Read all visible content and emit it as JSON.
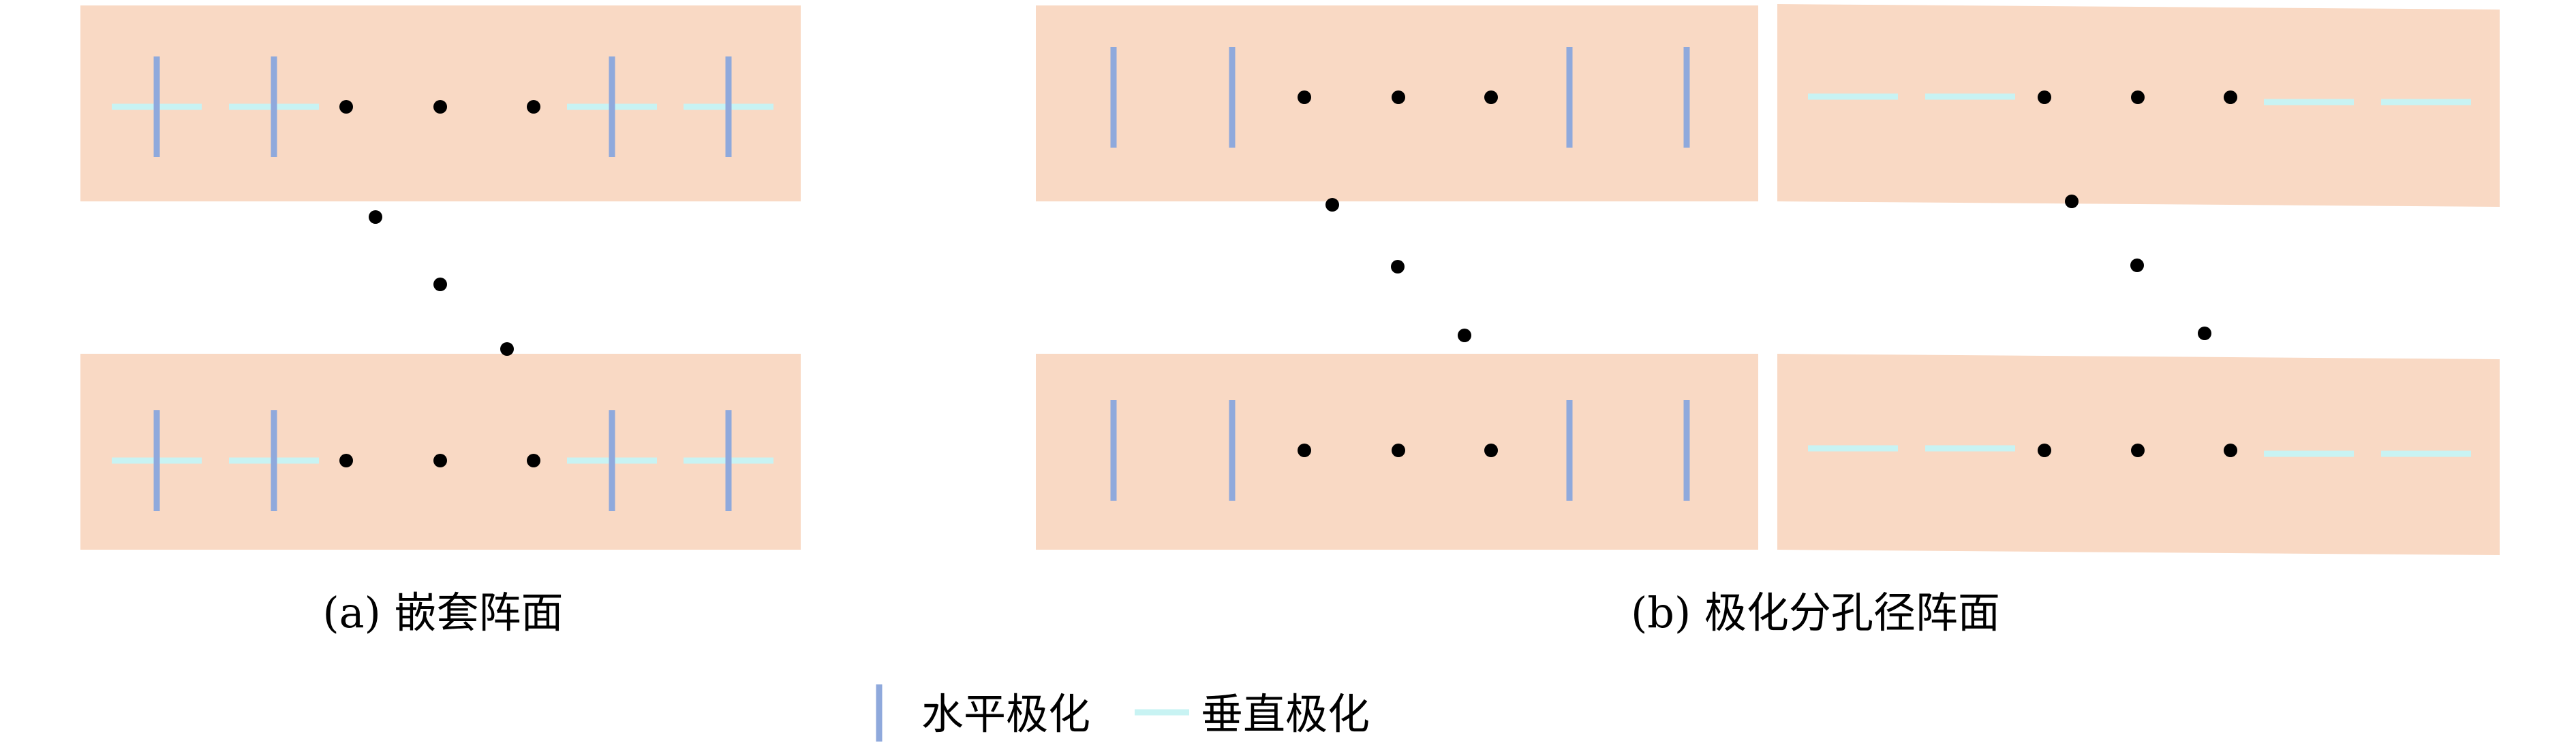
{
  "colors": {
    "panel_fill": "#f9d9c4",
    "horizontal_polarization": "#8fa9dc",
    "vertical_polarization": "#c8f3f3",
    "dot": "#000000"
  },
  "icons": {
    "horizontal_polarization_element": "vertical-bar",
    "vertical_polarization_element": "horizontal-bar",
    "ellipsis": "dot"
  },
  "diagram_a": {
    "caption": "(a) 嵌套阵面",
    "element_type": "dual-polarized (cross)",
    "rows": 2,
    "elements_per_row": 4,
    "ellipsis_between": "columns and rows"
  },
  "diagram_b": {
    "caption": "(b) 极化分孔径阵面",
    "left_subarray": "horizontal polarization",
    "right_subarray": "vertical polarization",
    "rows": 2,
    "elements_per_row": 4,
    "ellipsis_between": "columns and rows"
  },
  "legend": {
    "horizontal_label": "水平极化",
    "vertical_label": "垂直极化"
  }
}
